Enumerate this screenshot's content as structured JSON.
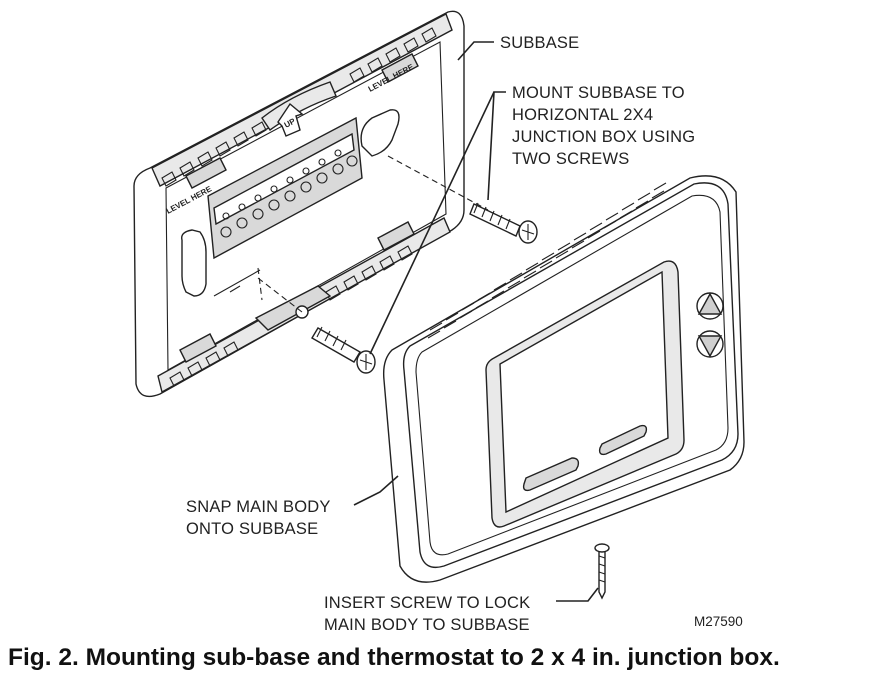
{
  "callouts": {
    "subbase": "SUBBASE",
    "mount_line1": "MOUNT SUBBASE TO",
    "mount_line2": "HORIZONTAL 2X4",
    "mount_line3": "JUNCTION BOX USING",
    "mount_line4": "TWO SCREWS",
    "snap_line1": "SNAP MAIN BODY",
    "snap_line2": "ONTO SUBBASE",
    "insert_line1": "INSERT SCREW TO LOCK",
    "insert_line2": "MAIN BODY TO SUBBASE"
  },
  "subbase_labels": {
    "level_here_left": "LEVEL HERE",
    "level_here_right": "LEVEL HERE",
    "up_arrow": "UP"
  },
  "drawing_code": "M27590",
  "caption": "Fig. 2. Mounting sub-base and thermostat to 2 x 4 in. junction box.",
  "icons": [
    "up-arrow-icon",
    "down-arrow-icon"
  ]
}
